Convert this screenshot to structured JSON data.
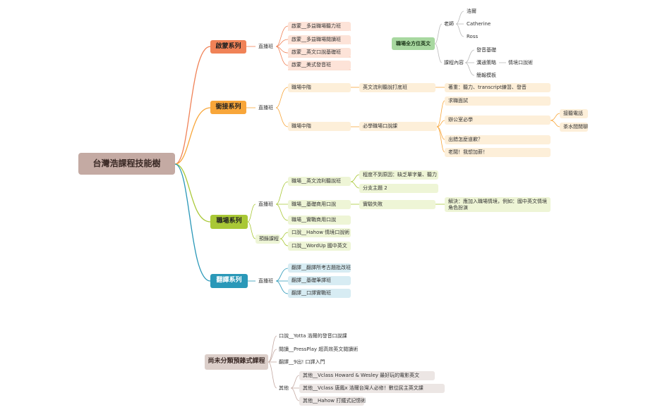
{
  "root": "台灣浩課程技能樹",
  "qimeng": {
    "title": "啟蒙系列",
    "zhibo": "直播班",
    "items": [
      "啟蒙__多益職場聽力班",
      "啟蒙__多益職場閱讀班",
      "啟蒙__英文口說基礎班",
      "啟蒙__美式發音班"
    ]
  },
  "xianjie": {
    "title": "銜接系列",
    "zhibo": "直播班",
    "a": {
      "label": "職場中階",
      "child": "英文流利聽說打底班",
      "detail": "著重：聽力、transcript練習、發音"
    },
    "b": {
      "label": "職場中階",
      "child": "必學職場口說課",
      "topics": [
        "求職面試",
        "辦公室必學",
        "出錯怎麼道歉？",
        "老闆！我想加薪！"
      ],
      "office": [
        "接聽電話",
        "茶水間閒聊"
      ]
    }
  },
  "zhichang": {
    "title": "職場系列",
    "zhibo": "直播班",
    "lu": "預錄課程",
    "z1": {
      "label": "職場__英文流利聽說班",
      "children": [
        "程度不到原因：缺乏單字量、聽力",
        "分支主題 2"
      ]
    },
    "z2": {
      "label": "職場__基礎商用口說",
      "child": "實驗失敗",
      "detail": "解決：應加入職場情境，例如：國中英文情境角色扮演"
    },
    "z3": "職場__實戰商用口說",
    "lu_items": [
      "口說__Hahow 情境口說術",
      "口說__WordUp 國中英文"
    ]
  },
  "fanyi": {
    "title": "翻譯系列",
    "zhibo": "直播班",
    "items": [
      "翻譯__翻譯所考古題批改班",
      "翻譯__基礎筆譯班",
      "翻譯__口譯實戰班"
    ]
  },
  "quan": {
    "title": "職場全方位英文",
    "teacher_label": "老師",
    "teachers": [
      "浩爾",
      "Catherine",
      "Ross"
    ],
    "content_label": "課程內容",
    "contents": [
      "發音基礎",
      "溝通策略",
      "簡報模板"
    ],
    "strategy_child": "情境口說術"
  },
  "unclassified": {
    "title": "尚未分類預錄式課程",
    "items": [
      "口說__Yotta 浩爾的發音口說課",
      "閱讀__PressPlay 超高效英文閱讀術",
      "翻譯__9出! 口譯入門"
    ],
    "other_label": "其他",
    "others": [
      "其他__Vclass Howard & Wesley 最好玩的電影英文",
      "其他__Vclass 唐鳳x 浩爾台灣人必修！數位民主英文課",
      "其他__Hahow 打鐵式記憶術"
    ]
  },
  "colors": {
    "qimeng": "#f08257",
    "qimeng_light": "#fde3d8",
    "xianjie": "#f8a63a",
    "xianjie_light": "#fdefd9",
    "zhichang": "#a9c836",
    "zhichang_light": "#eef5d6",
    "fanyi": "#2a98b8",
    "fanyi_light": "#d7ecf3",
    "quan": "#a8d8a0",
    "neutral_light": "#ece6e4"
  }
}
